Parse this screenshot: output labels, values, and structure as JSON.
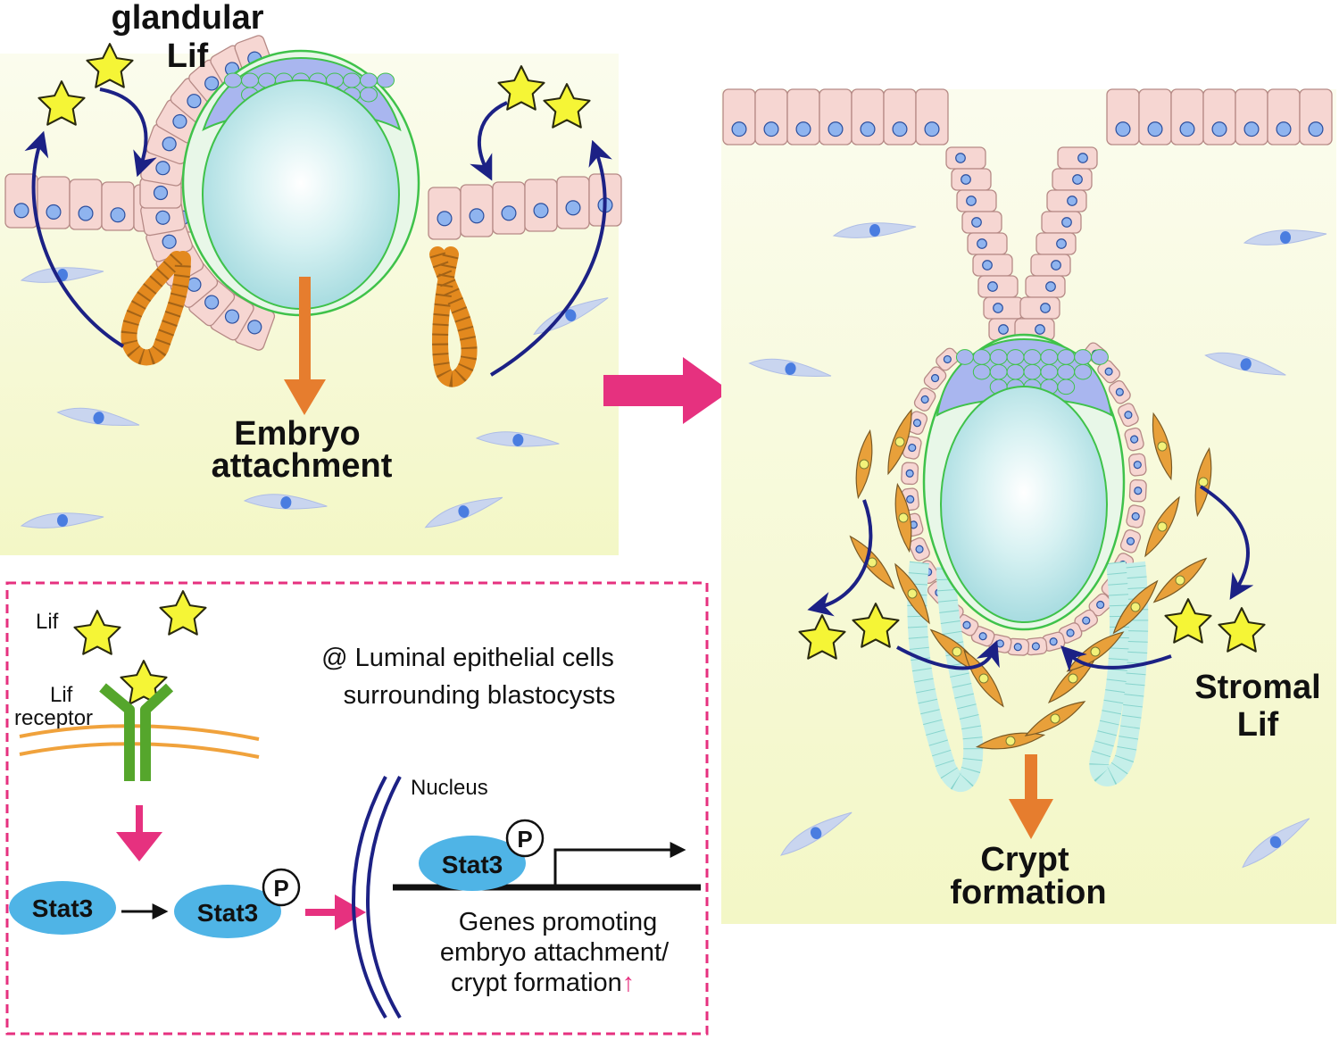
{
  "top_left_panel": {
    "signal_label_line1": "glandular",
    "signal_label_line2": "Lif",
    "outcome_line1": "Embryo",
    "outcome_line2": "attachment"
  },
  "right_panel": {
    "signal_label_line1": "Stromal",
    "signal_label_line2": "Lif",
    "outcome_line1": "Crypt",
    "outcome_line2": "formation"
  },
  "mechanism_box": {
    "lif_label": "Lif",
    "receptor_label_line1": "Lif",
    "receptor_label_line2": "receptor",
    "location_line1": "@ Luminal epithelial cells",
    "location_line2": "surrounding blastocysts",
    "stat3_label": "Stat3",
    "phospho_label": "P",
    "nucleus_label": "Nucleus",
    "genes_line1": "Genes promoting",
    "genes_line2": "embryo attachment/",
    "genes_line3": "crypt formation",
    "up_arrow": "↑"
  },
  "colors": {
    "stroma_gradient_top": "#f9fbe8",
    "stroma_gradient_bottom": "#f4f8c8",
    "epithelium_fill": "#f6d6d2",
    "epithelium_stroke": "#b68a86",
    "nucleus_fill": "#8fb4ef",
    "nucleus_stroke": "#2c4f9e",
    "blastocyst_fill": "#cfeef0",
    "trophoblast_stroke": "#3fc24a",
    "icm_fill": "#a9b6ef",
    "gland_orange": "#e3891e",
    "stromal_cell_fill": "#c9d5ef",
    "star_fill": "#f5f536",
    "lif_arrow": "#1c2185",
    "transition_arrow": "#e6317f",
    "outcome_arrow": "#e67d2e",
    "stat3_fill": "#4fb4e6",
    "receptor_green": "#55a62c",
    "membrane_orange": "#f0a23c",
    "dashed_border": "#e6317f"
  }
}
